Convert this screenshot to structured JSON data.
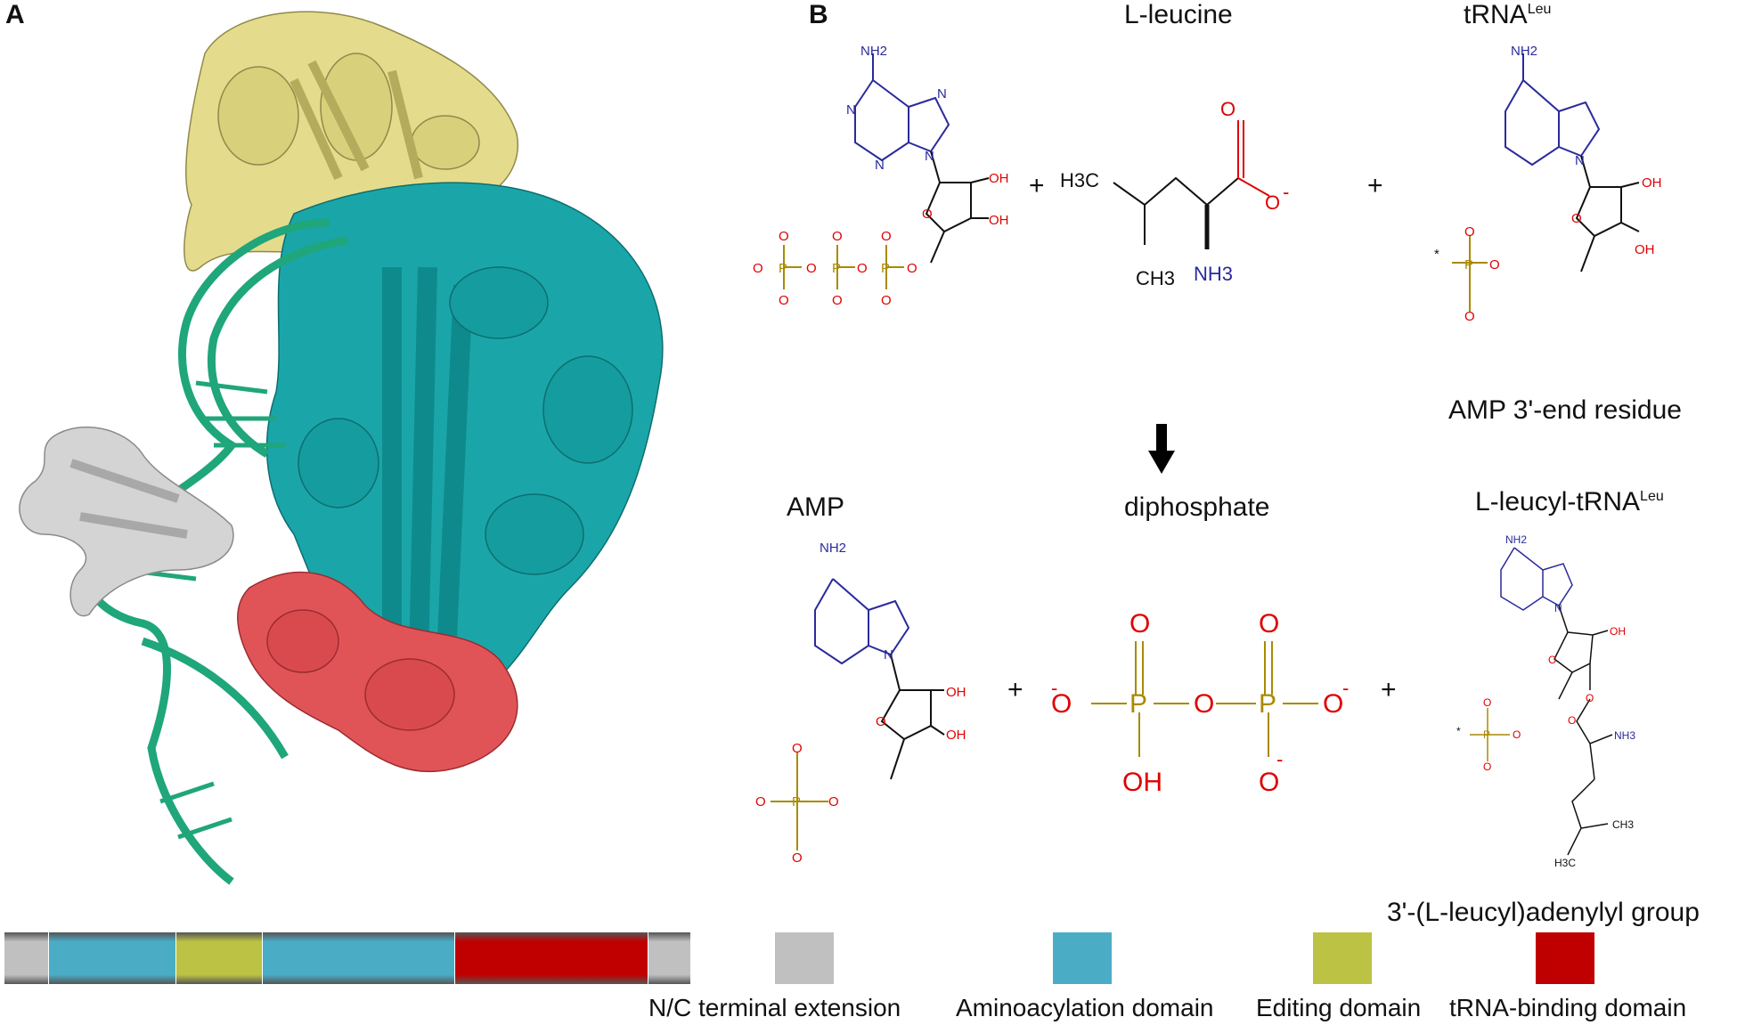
{
  "panels": {
    "a": "A",
    "b": "B"
  },
  "labels": {
    "l_leucine": "L-leucine",
    "trna": "tRNA",
    "trna_sup": "Leu",
    "amp_residue": "AMP 3'-end residue",
    "amp": "AMP",
    "diphosphate": "diphosphate",
    "leucyl_trna": "L-leucyl-tRNA",
    "leucyl_trna_sup": "Leu",
    "leucyl_group": "3'-(L-leucyl)adenylyl group",
    "plus": "+"
  },
  "atoms": {
    "nh2": "NH2",
    "n": "N",
    "o": "O",
    "oh": "OH",
    "p": "P",
    "minus": "-",
    "h3c": "H3C",
    "ch3": "CH3",
    "nh3": "NH3",
    "star": "*"
  },
  "legend": [
    {
      "key": "nc",
      "label": "N/C terminal extension",
      "color": "#c0c0c0"
    },
    {
      "key": "amino",
      "label": "Aminoacylation domain",
      "color": "#4bacc6"
    },
    {
      "key": "edit",
      "label": "Editing domain",
      "color": "#bcc244"
    },
    {
      "key": "trna",
      "label": "tRNA-binding domain",
      "color": "#c00000"
    }
  ],
  "domain_bar": [
    "nc",
    "amino",
    "edit",
    "amino",
    "trna",
    "nc"
  ],
  "colors": {
    "structure_yellow": "#e4dc8c",
    "structure_teal": "#1aa6a8",
    "structure_green": "#1fa67a",
    "structure_red": "#e05458",
    "structure_grey": "#d4d4d4",
    "nitrogen_blue": "#2a2a9c",
    "oxygen_red": "#e00000",
    "phosphorus_olive": "#a88a00"
  },
  "icons": {
    "reaction_arrow": "down-arrow-icon"
  }
}
